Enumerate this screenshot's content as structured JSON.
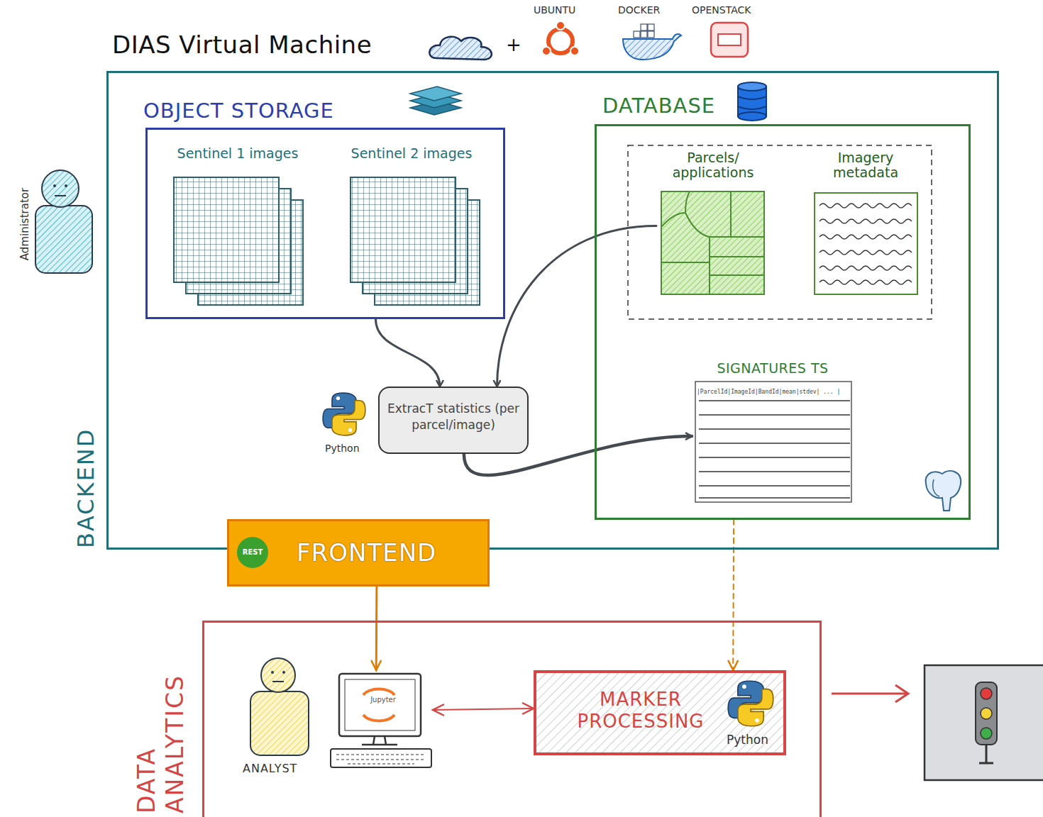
{
  "diagram": {
    "nodes": [
      {
        "text": [
          "DIAS Virtual Machine",
          "BACKEND"
        ]
      },
      {
        "text": [
          "OBJECT STORAGE"
        ],
        "in": 0
      },
      {
        "text": [
          "Sentinel 1 images"
        ],
        "in": 1
      },
      {
        "text": [
          "Sentinel 2 images"
        ],
        "in": 1
      },
      {
        "text": [
          "DATABASE"
        ],
        "in": 0
      },
      {
        "text": [
          "Parcels/ applications"
        ],
        "in": 4
      },
      {
        "text": [
          "Imagery metadata"
        ],
        "in": 4
      },
      {
        "text": [
          "ExtracT statistics (per parcel/image)"
        ],
        "in": 0
      },
      {
        "text": [
          "SIGNATURES TS",
          "|ParcelId|ImageId|BandId|mean|stdev| ... |"
        ],
        "in": 4
      },
      {
        "text": [
          "FRONTEND"
        ]
      },
      {
        "text": [
          "DATA ANALYTICS"
        ]
      },
      {
        "text": [
          "Jupyter"
        ],
        "in": 10
      },
      {
        "text": [
          "MARKER PROCESSING",
          "Python"
        ],
        "in": 10
      }
    ],
    "edges": [
      {
        "from": 1,
        "to": 7,
        "arrow": "to"
      },
      {
        "from": 5,
        "to": 7,
        "arrow": "to"
      },
      {
        "from": 7,
        "to": 8,
        "arrow": "to"
      },
      {
        "from": 9,
        "to": 11,
        "arrow": "to"
      },
      {
        "from": 4,
        "to": 12,
        "arrow": "to"
      },
      {
        "from": 11,
        "to": 12,
        "arrow": "both"
      }
    ],
    "labels": [
      "+",
      "UBUNTU",
      "DOCKER",
      "OPENSTACK",
      "Administrator",
      "Python",
      "REST",
      "ANALYST"
    ]
  }
}
